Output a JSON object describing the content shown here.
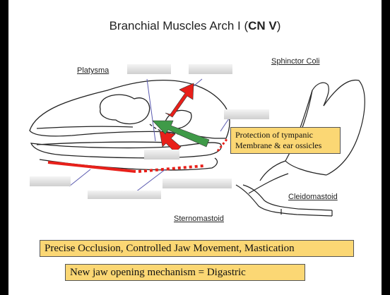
{
  "title": {
    "prefix": "Branchial Muscles Arch I (",
    "nerve": "CN V",
    "suffix": ")"
  },
  "labels": {
    "platysma": "Platysma",
    "sphincter_coli": "Sphinctor Coli",
    "cleidomastoid": "Cleidomastoid",
    "sternomastoid": "Sternomastoid"
  },
  "callouts": {
    "tympanic": "Protection of tympanic Membrane & ear ossicles",
    "occlusion": "Precise Occlusion, Controlled Jaw Movement, Mastication",
    "digastric": "New jaw opening mechanism = Digastric"
  },
  "colors": {
    "background": "#000000",
    "slide": "#ffffff",
    "callout_fill": "#fbd774",
    "arrow_red": "#e8201a",
    "arrow_green": "#3f9a48",
    "pointer_line": "#5a5ab0"
  }
}
